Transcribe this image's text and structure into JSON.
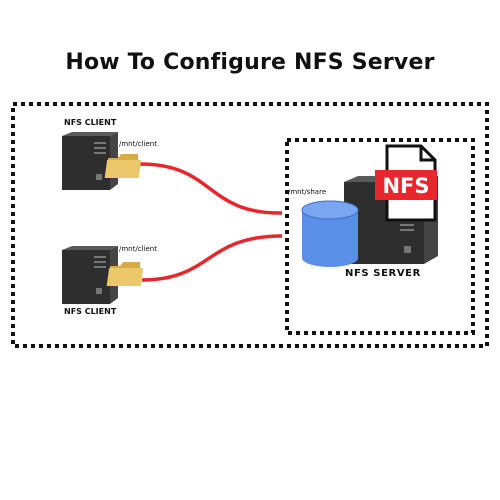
{
  "title": "How To Configure NFS Server",
  "clients": [
    {
      "label": "NFS CLIENT",
      "mount_path": "/mnt/client"
    },
    {
      "label": "NFS CLIENT",
      "mount_path": "/mnt/client"
    }
  ],
  "server": {
    "label": "NFS SERVER",
    "share_path": "/mnt/share",
    "badge_text": "NFS"
  },
  "colors": {
    "connection": "#e8262b",
    "storage": "#5b8ee6",
    "folder": "#e9c46a",
    "tower": "#3a3a3a",
    "badge": "#e8262b",
    "border": "#111111"
  },
  "icons": {
    "client_computer": "server-tower-icon",
    "client_folder": "folder-icon",
    "server_computer": "server-tower-icon",
    "storage": "database-cylinder-icon",
    "file_type": "nfs-file-icon"
  }
}
